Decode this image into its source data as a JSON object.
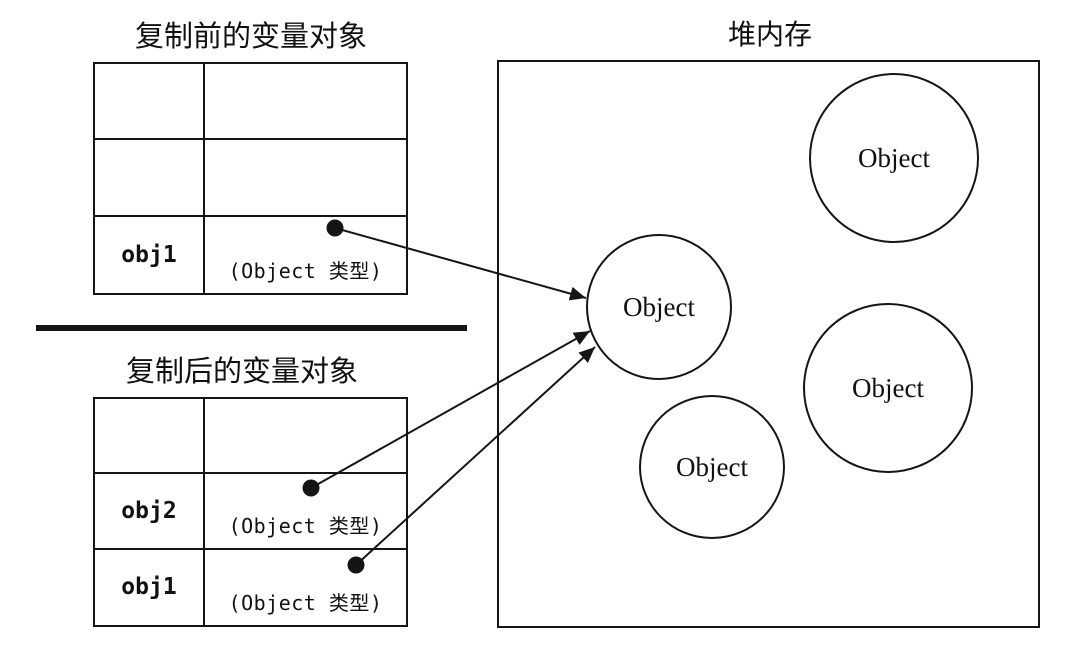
{
  "colors": {
    "ink": "#151515",
    "background": "#ffffff",
    "text": "#111111"
  },
  "before": {
    "title": "复制前的变量对象",
    "rows": [
      {
        "name": "",
        "type": ""
      },
      {
        "name": "",
        "type": ""
      },
      {
        "name": "obj1",
        "type": "(Object 类型)"
      }
    ]
  },
  "after": {
    "title": "复制后的变量对象",
    "rows": [
      {
        "name": "",
        "type": ""
      },
      {
        "name": "obj2",
        "type": "(Object 类型)"
      },
      {
        "name": "obj1",
        "type": "(Object 类型)"
      }
    ]
  },
  "heap": {
    "title": "堆内存",
    "objects": [
      {
        "label": "Object"
      },
      {
        "label": "Object"
      },
      {
        "label": "Object"
      },
      {
        "label": "Object"
      }
    ]
  }
}
